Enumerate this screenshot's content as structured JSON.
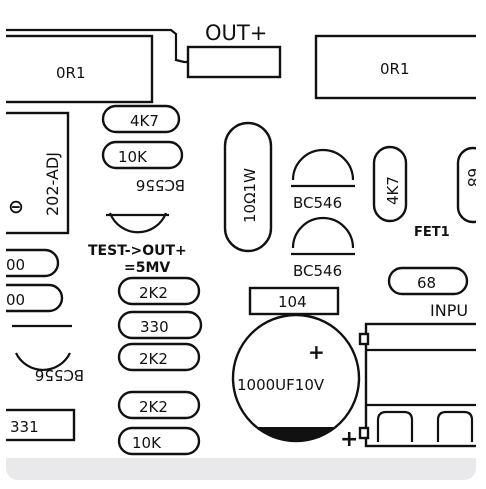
{
  "labels": {
    "out_plus": "OUT+",
    "r_0r1_left": "0R1",
    "r_0r1_right": "0R1",
    "reg_202_adj": "202-ADJ",
    "reg_minus": "⊖",
    "r_4k7_top": "4K7",
    "r_10k_top": "10K",
    "bc556_top": "BC556",
    "r_10ohm_1w": "10Ω1W",
    "bc546_top": "BC546",
    "bc546_bottom": "BC546",
    "r_4k7_vert": "4K7",
    "right_edge_partial": "68",
    "fet1": "FET1",
    "test_note_line1": "TEST->OUT+",
    "test_note_line2": "=5MV",
    "left_r_1": "00",
    "left_r_2": "00",
    "r_2k2_a": "2K2",
    "r_330": "330",
    "r_2k2_b": "2K2",
    "r_2k2_c": "2K2",
    "r_10k_bottom": "10K",
    "cap_104": "104",
    "r_68": "68",
    "input": "INPU",
    "cap_plus": "+",
    "cap_value": "1000UF10V",
    "bc556_bottom": "BC556",
    "r_331": "331",
    "conn_plus": "+"
  }
}
